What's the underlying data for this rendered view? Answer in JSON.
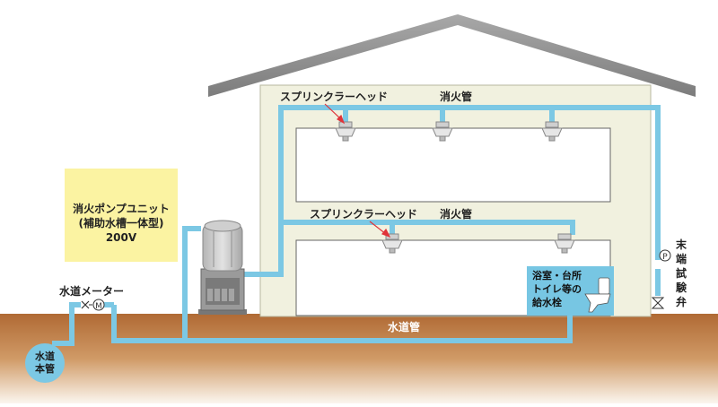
{
  "labels": {
    "sprinkler_head_upper": "スプリンクラーヘッド",
    "fire_pipe_upper": "消火管",
    "sprinkler_head_lower": "スプリンクラーヘッド",
    "fire_pipe_lower": "消火管",
    "pump_unit": {
      "line1": "消火ポンプユニット",
      "line2": "(補助水槽一体型)",
      "line3": "200V"
    },
    "water_meter": "水道メーター",
    "water_pipe": "水道管",
    "water_main": {
      "line1": "水道",
      "line2": "本管"
    },
    "bath_kitchen": {
      "line1": "浴室・台所",
      "line2": "トイレ等の",
      "line3": "給水栓"
    },
    "end_test_valve": [
      "末",
      "端",
      "試",
      "験",
      "弁"
    ],
    "pressure_symbol": "P",
    "meter_symbol": "M"
  },
  "colors": {
    "pipe": "#7cc8e4",
    "ground": "#9a5a2e",
    "roof": "#8a8a8a",
    "wall": "#f1f1df",
    "pump_box": "#fbf3a2",
    "bath_box": "#77c6e3"
  }
}
